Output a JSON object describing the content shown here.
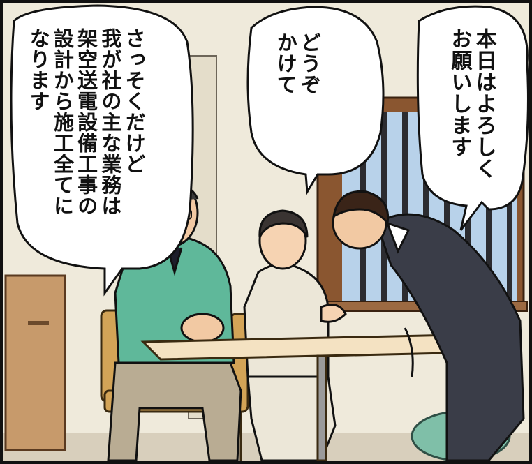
{
  "speech_bubbles": {
    "salesman": [
      "本日はよろしく",
      "お願いします"
    ],
    "woman": [
      "どうぞ",
      "かけて"
    ],
    "man": [
      "さっそくだけど",
      "我が社の主な業務は",
      "架空送電設備工事の",
      "設計から施工全てに",
      "なります"
    ]
  },
  "colors": {
    "wall": "#efeadb",
    "window_frame": "#8a5630",
    "sky": "#b8d2ea",
    "work_jacket": "#5fb89a",
    "suit": "#3a3d48",
    "table_top": "#f4e2c2",
    "chair": "#d3a457",
    "outline": "#111111"
  }
}
